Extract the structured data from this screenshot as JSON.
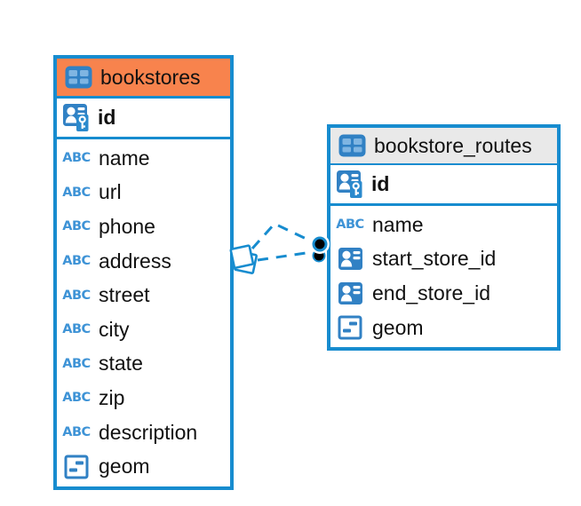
{
  "diagram": {
    "colors": {
      "accent_blue": "#178CCF",
      "selected_header_orange": "#F8834D",
      "header_gray": "#E9E9E9",
      "icon_blue": "#3181C4",
      "icon_cell_light_blue": "#7FB5E2",
      "key_badge_blue": "#2B8ACD",
      "text_type_blue": "#3E93D6",
      "endpoint_black": "#000000"
    },
    "tables": [
      {
        "name": "bookstores",
        "header_icon": "table-icon",
        "id_field": {
          "label": "id",
          "icon": "primary-key-icon"
        },
        "columns": [
          {
            "label": "name",
            "icon": "text-icon"
          },
          {
            "label": "url",
            "icon": "text-icon"
          },
          {
            "label": "phone",
            "icon": "text-icon"
          },
          {
            "label": "address",
            "icon": "text-icon"
          },
          {
            "label": "street",
            "icon": "text-icon"
          },
          {
            "label": "city",
            "icon": "text-icon"
          },
          {
            "label": "state",
            "icon": "text-icon"
          },
          {
            "label": "zip",
            "icon": "text-icon"
          },
          {
            "label": "description",
            "icon": "text-icon"
          },
          {
            "label": "geom",
            "icon": "geometry-icon"
          }
        ]
      },
      {
        "name": "bookstore_routes",
        "header_icon": "table-icon",
        "id_field": {
          "label": "id",
          "icon": "primary-key-icon"
        },
        "columns": [
          {
            "label": "name",
            "icon": "text-icon"
          },
          {
            "label": "start_store_id",
            "icon": "reference-icon"
          },
          {
            "label": "end_store_id",
            "icon": "reference-icon"
          },
          {
            "label": "geom",
            "icon": "geometry-icon"
          }
        ]
      }
    ],
    "connections": [
      {
        "from": "bookstores",
        "to": "bookstore_routes",
        "style": "dashed"
      },
      {
        "from": "bookstores",
        "to": "bookstore_routes",
        "style": "dashed"
      }
    ]
  }
}
